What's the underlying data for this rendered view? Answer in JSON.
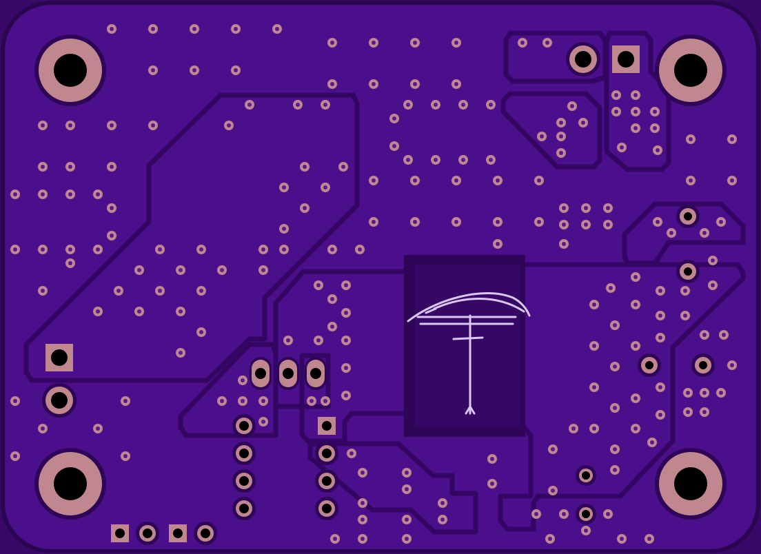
{
  "board": {
    "colors": {
      "background": "#3a0868",
      "board_fill": "#4b0f8c",
      "pour_outline": "#340663",
      "copper_pad": "#c0888e",
      "drill": "#000000",
      "silkscreen": "#d8c8f0",
      "keepout": "#2f0558"
    },
    "components": [
      {
        "name": "mounting-hole",
        "count": 4
      },
      {
        "name": "via",
        "count": "many"
      },
      {
        "name": "through-hole-pad",
        "count": "several"
      },
      {
        "name": "silkscreen-logo",
        "count": 1
      }
    ]
  }
}
